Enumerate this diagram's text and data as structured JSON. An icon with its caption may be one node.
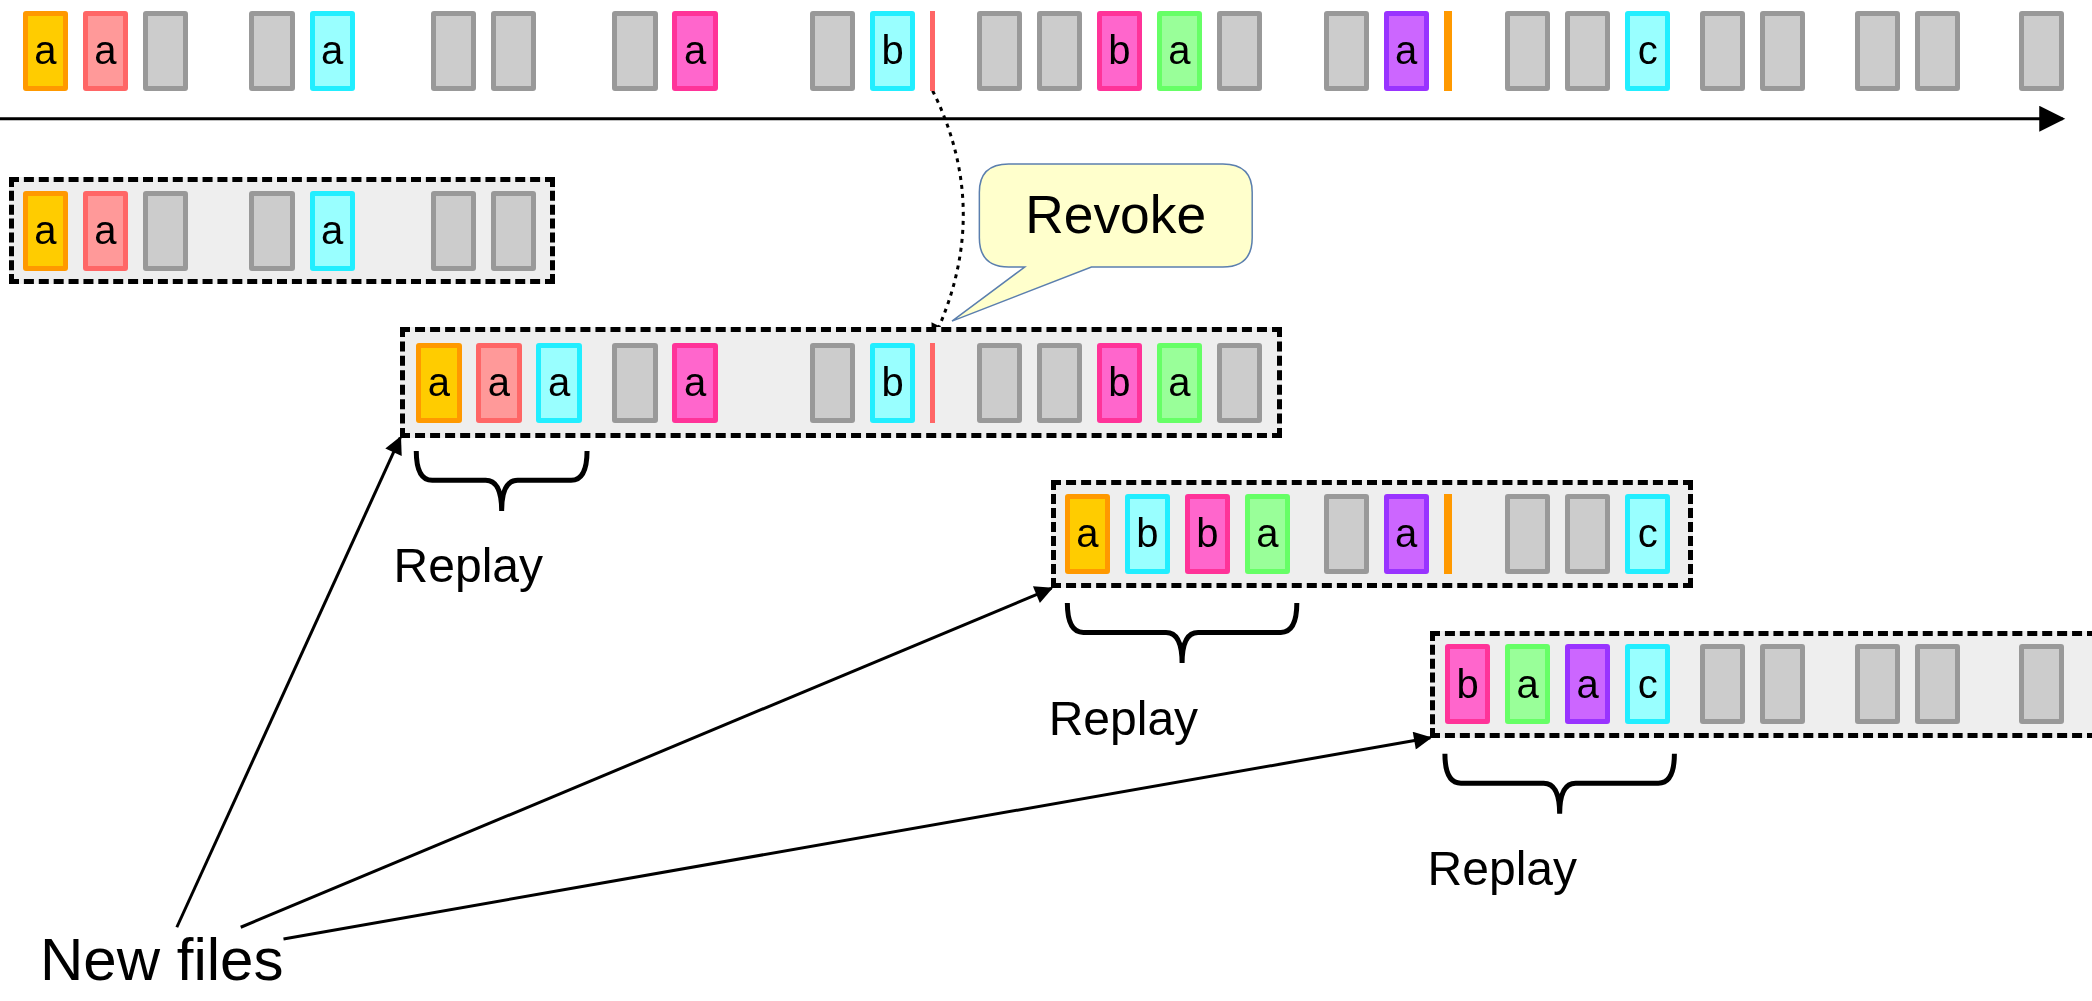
{
  "diagram": {
    "nodes": [
      {
        "text": [
          "a"
        ]
      },
      {
        "text": [
          "a"
        ]
      },
      {
        "text": [],
        "shape": "box"
      },
      {
        "text": [],
        "shape": "box"
      },
      {
        "text": [
          "a"
        ]
      },
      {
        "text": [],
        "shape": "box"
      },
      {
        "text": [],
        "shape": "box"
      },
      {
        "text": [],
        "shape": "box"
      },
      {
        "text": [
          "a"
        ]
      },
      {
        "text": [],
        "shape": "box"
      },
      {
        "text": [
          "b"
        ]
      },
      {
        "text": [],
        "shape": "bar"
      },
      {
        "text": [],
        "shape": "box"
      },
      {
        "text": [],
        "shape": "box"
      },
      {
        "text": [
          "b"
        ]
      },
      {
        "text": [
          "a"
        ]
      },
      {
        "text": [],
        "shape": "box"
      },
      {
        "text": [],
        "shape": "box"
      },
      {
        "text": [
          "a"
        ]
      },
      {
        "text": [],
        "shape": "bar"
      },
      {
        "text": [],
        "shape": "box"
      },
      {
        "text": [],
        "shape": "box"
      },
      {
        "text": [
          "c"
        ]
      },
      {
        "text": [],
        "shape": "box"
      },
      {
        "text": [],
        "shape": "box"
      },
      {
        "text": [],
        "shape": "box"
      },
      {
        "text": [],
        "shape": "box"
      },
      {
        "text": [],
        "shape": "box"
      },
      {
        "text": [],
        "shape": "box"
      },
      {
        "text": [
          "a"
        ],
        "in": 28
      },
      {
        "text": [
          "a"
        ],
        "in": 28
      },
      {
        "text": [],
        "shape": "box",
        "in": 28
      },
      {
        "text": [],
        "shape": "box",
        "in": 28
      },
      {
        "text": [
          "a"
        ],
        "in": 28
      },
      {
        "text": [],
        "shape": "box",
        "in": 28
      },
      {
        "text": [],
        "shape": "box",
        "in": 28
      },
      {
        "text": [
          "Revoke"
        ]
      },
      {
        "text": [],
        "shape": "box"
      },
      {
        "text": [
          "a"
        ],
        "in": 37
      },
      {
        "text": [
          "a"
        ],
        "in": 37
      },
      {
        "text": [
          "a"
        ],
        "in": 37
      },
      {
        "text": [],
        "shape": "box",
        "in": 37
      },
      {
        "text": [
          "a"
        ],
        "in": 37
      },
      {
        "text": [],
        "shape": "box",
        "in": 37
      },
      {
        "text": [
          "b"
        ],
        "in": 37
      },
      {
        "text": [],
        "shape": "bar",
        "in": 37
      },
      {
        "text": [],
        "shape": "box",
        "in": 37
      },
      {
        "text": [],
        "shape": "box",
        "in": 37
      },
      {
        "text": [
          "b"
        ],
        "in": 37
      },
      {
        "text": [
          "a"
        ],
        "in": 37
      },
      {
        "text": [],
        "shape": "box",
        "in": 37
      },
      {
        "text": [],
        "shape": "box"
      },
      {
        "text": [
          "a"
        ],
        "in": 51
      },
      {
        "text": [
          "b"
        ],
        "in": 51
      },
      {
        "text": [
          "b"
        ],
        "in": 51
      },
      {
        "text": [
          "a"
        ],
        "in": 51
      },
      {
        "text": [],
        "shape": "box",
        "in": 51
      },
      {
        "text": [
          "a"
        ],
        "in": 51
      },
      {
        "text": [],
        "shape": "bar",
        "in": 51
      },
      {
        "text": [],
        "shape": "box",
        "in": 51
      },
      {
        "text": [],
        "shape": "box",
        "in": 51
      },
      {
        "text": [
          "c"
        ],
        "in": 51
      },
      {
        "text": [],
        "shape": "box"
      },
      {
        "text": [
          "b"
        ],
        "in": 62
      },
      {
        "text": [
          "a"
        ],
        "in": 62
      },
      {
        "text": [
          "a"
        ],
        "in": 62
      },
      {
        "text": [
          "c"
        ],
        "in": 62
      },
      {
        "text": [],
        "shape": "box",
        "in": 62
      },
      {
        "text": [],
        "shape": "box",
        "in": 62
      },
      {
        "text": [],
        "shape": "box",
        "in": 62
      },
      {
        "text": [],
        "shape": "box",
        "in": 62
      },
      {
        "text": [],
        "shape": "box",
        "in": 62
      },
      {
        "text": [
          "New files"
        ]
      }
    ],
    "edges": [
      {
        "from": 11,
        "to": 45,
        "arrow": "to",
        "style": "dashed"
      },
      {
        "from": 72,
        "to": 37,
        "arrow": "to"
      },
      {
        "from": 72,
        "to": 51,
        "arrow": "to"
      },
      {
        "from": 72,
        "to": 62,
        "arrow": "to"
      }
    ],
    "labels": [
      "Replay",
      "Replay",
      "Replay"
    ]
  }
}
